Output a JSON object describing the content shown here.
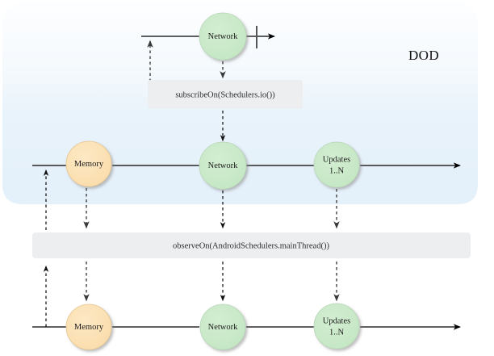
{
  "diagram": {
    "title": "DOD",
    "panel": {
      "label": "DOD",
      "fill_top": "#fbfdff",
      "fill_bottom": "#e2eff9",
      "radius": 25
    },
    "colors": {
      "network_fill": "#c6e8c5",
      "memory_fill": "#fbdfb0",
      "updates_fill": "#c6e8c5",
      "node_stroke": "#b9d6b8",
      "memory_stroke": "#e6c691",
      "operator_box_fill": "#eceef0",
      "line": "#000000",
      "dashed_line": "#1a1a1a",
      "terminator": "#555555",
      "text": "#1b1b1b"
    },
    "rows": [
      {
        "name": "io-thread-row",
        "nodes": [
          {
            "name": "network-node-top",
            "label": "Network",
            "label2": "",
            "kind": "network"
          }
        ],
        "terminator": true
      },
      {
        "name": "background-row",
        "nodes": [
          {
            "name": "memory-node-middle",
            "label": "Memory",
            "label2": "",
            "kind": "memory"
          },
          {
            "name": "network-node-middle",
            "label": "Network",
            "label2": "",
            "kind": "network"
          },
          {
            "name": "updates-node-middle",
            "label": "Updates",
            "label2": "1..N",
            "kind": "updates"
          }
        ],
        "terminator": false
      },
      {
        "name": "main-thread-row",
        "nodes": [
          {
            "name": "memory-node-bottom",
            "label": "Memory",
            "label2": "",
            "kind": "memory"
          },
          {
            "name": "network-node-bottom",
            "label": "Network",
            "label2": "",
            "kind": "network"
          },
          {
            "name": "updates-node-bottom",
            "label": "Updates",
            "label2": "1..N",
            "kind": "updates"
          }
        ],
        "terminator": false
      }
    ],
    "operators": [
      {
        "name": "subscribe-on-box",
        "label": "subscribeOn(Schedulers.io())"
      },
      {
        "name": "observe-on-box",
        "label": "observeOn(AndroidSchedulers.mainThread())"
      }
    ]
  }
}
